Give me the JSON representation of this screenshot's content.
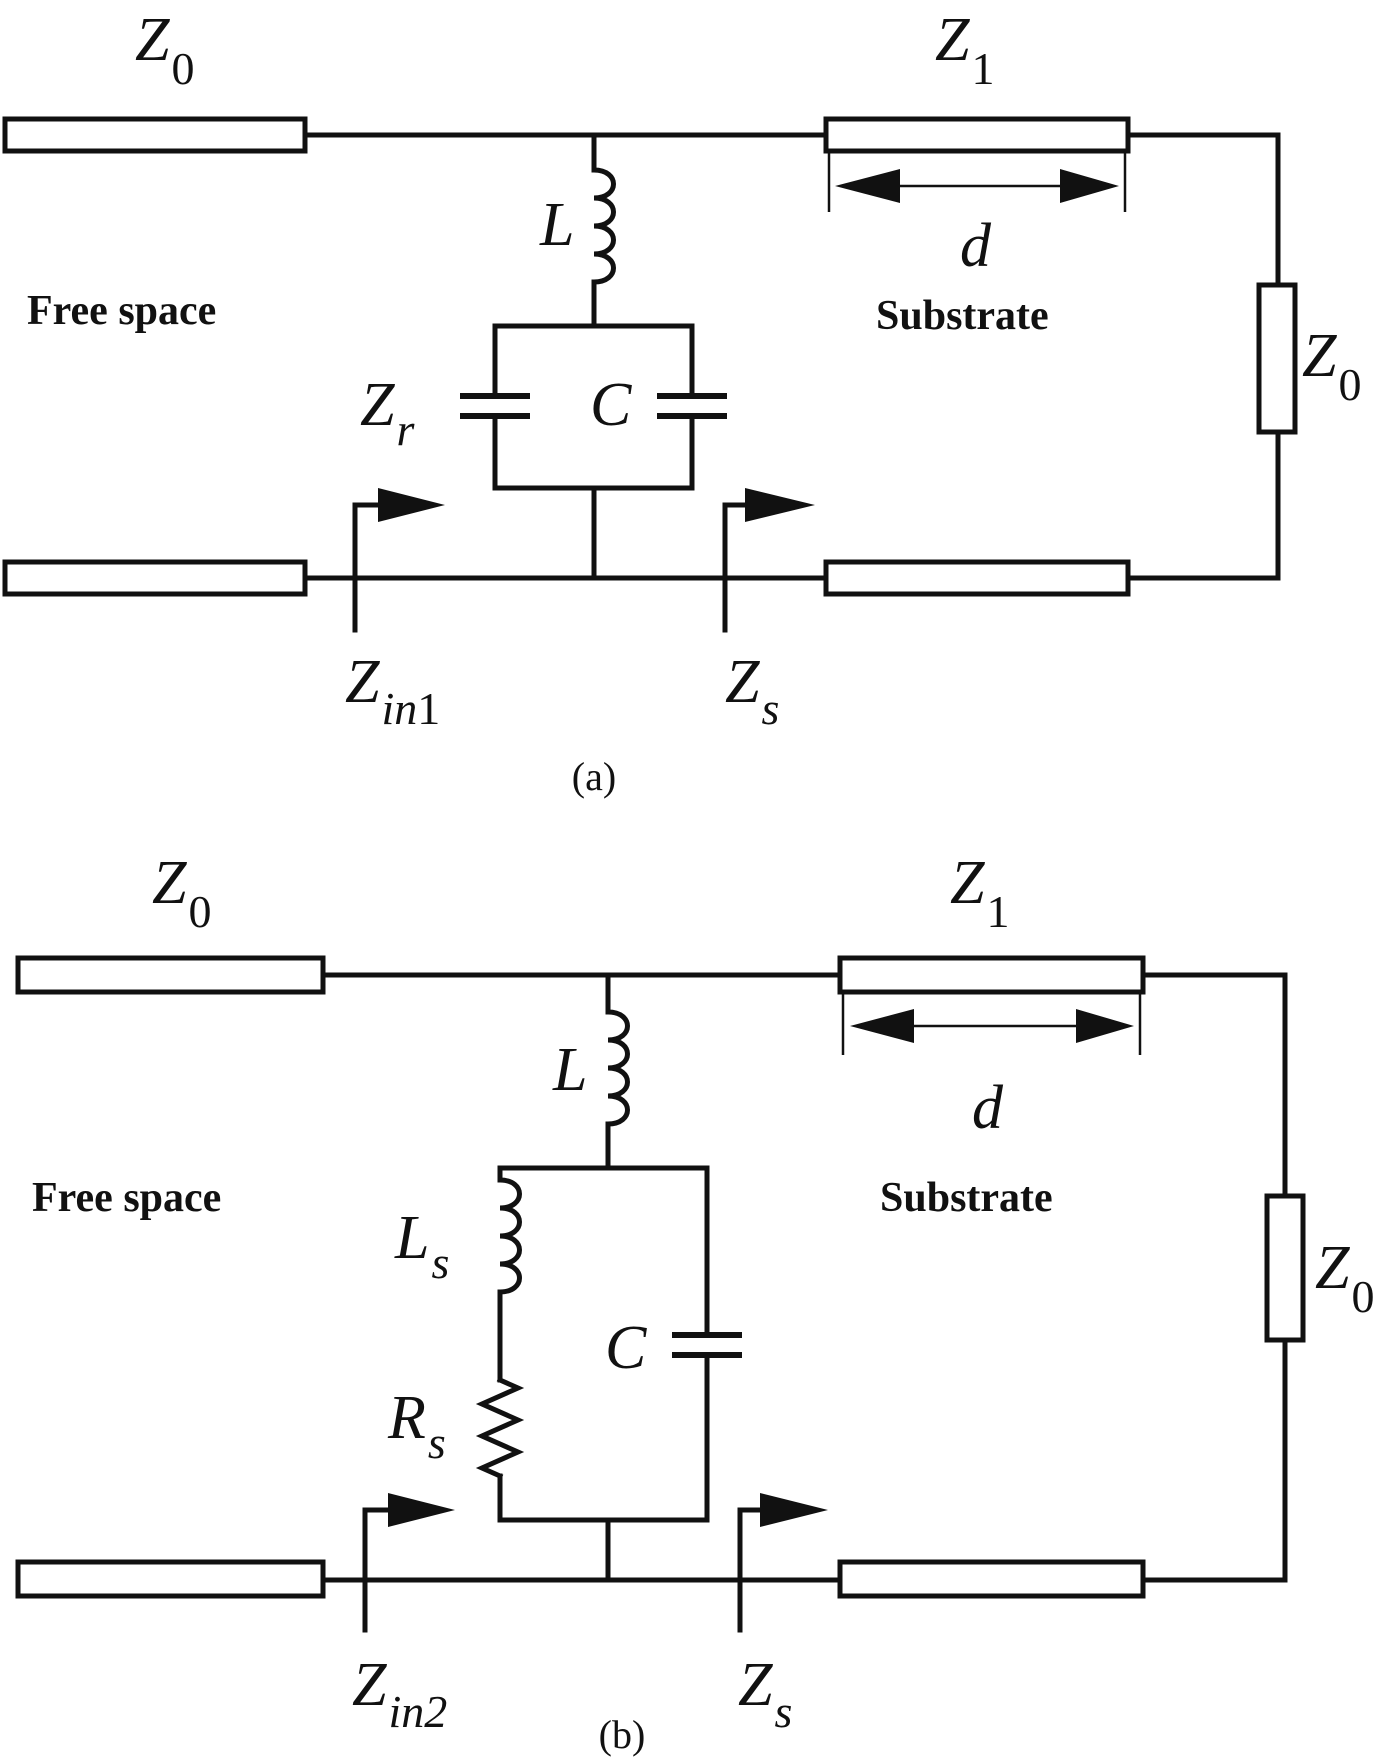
{
  "panel_a": {
    "z0_left": "Z",
    "z0_left_sub": "0",
    "z1": "Z",
    "z1_sub": "1",
    "d": "d",
    "z0_right": "Z",
    "z0_right_sub": "0",
    "free_space": "Free space",
    "substrate": "Substrate",
    "inductor_L": "L",
    "zr": "Z",
    "zr_sub": "r",
    "capacitor_C": "C",
    "zin": "Z",
    "zin_sub_italic": "in",
    "zin_sub_num": "1",
    "zs": "Z",
    "zs_sub": "s",
    "caption": "(a)"
  },
  "panel_b": {
    "z0_left": "Z",
    "z0_left_sub": "0",
    "z1": "Z",
    "z1_sub": "1",
    "d": "d",
    "z0_right": "Z",
    "z0_right_sub": "0",
    "free_space": "Free space",
    "substrate": "Substrate",
    "inductor_L": "L",
    "ls": "L",
    "ls_sub": "s",
    "capacitor_C": "C",
    "rs": "R",
    "rs_sub": "s",
    "zin": "Z",
    "zin_sub_italic": "in2",
    "zs": "Z",
    "zs_sub": "s",
    "caption": "(b)"
  }
}
